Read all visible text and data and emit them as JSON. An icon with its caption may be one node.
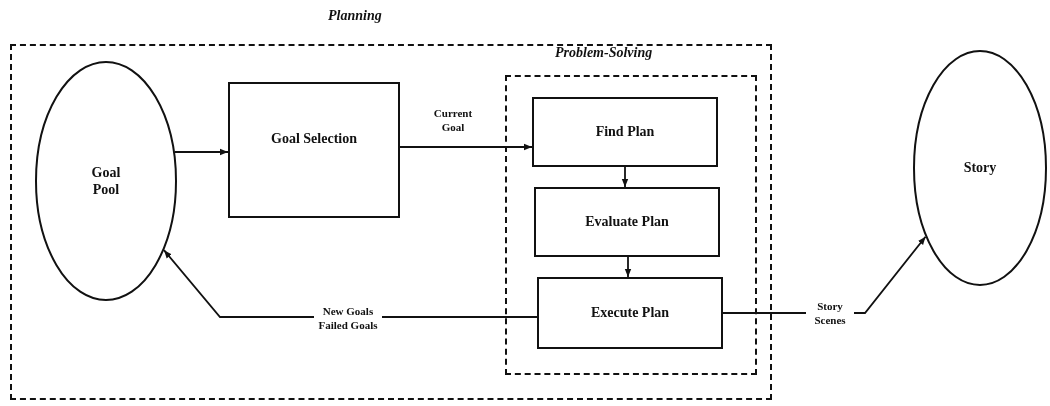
{
  "diagram": {
    "nodes": [
      {
        "text": [
          "Planning"
        ]
      },
      {
        "text": [
          "Goal Pool"
        ],
        "in": 0
      },
      {
        "text": [
          "Goal Selection"
        ],
        "in": 0
      },
      {
        "text": [
          "Problem-Solving"
        ],
        "in": 0
      },
      {
        "text": [
          "Find Plan"
        ],
        "in": 3
      },
      {
        "text": [
          "Evaluate Plan"
        ],
        "in": 3
      },
      {
        "text": [
          "Execute Plan"
        ],
        "in": 3
      },
      {
        "text": [
          "Story"
        ]
      }
    ],
    "edges": [
      {
        "from": 1,
        "to": 2,
        "arrow": "to"
      },
      {
        "from": 2,
        "to": 4,
        "arrow": "to",
        "label": "Current Goal"
      },
      {
        "from": 4,
        "to": 5,
        "arrow": "to"
      },
      {
        "from": 5,
        "to": 6,
        "arrow": "to"
      },
      {
        "from": 6,
        "to": 1,
        "arrow": "to",
        "label": "New Goals Failed Goals"
      },
      {
        "from": 6,
        "to": 7,
        "arrow": "to",
        "label": "Story Scenes"
      }
    ]
  }
}
